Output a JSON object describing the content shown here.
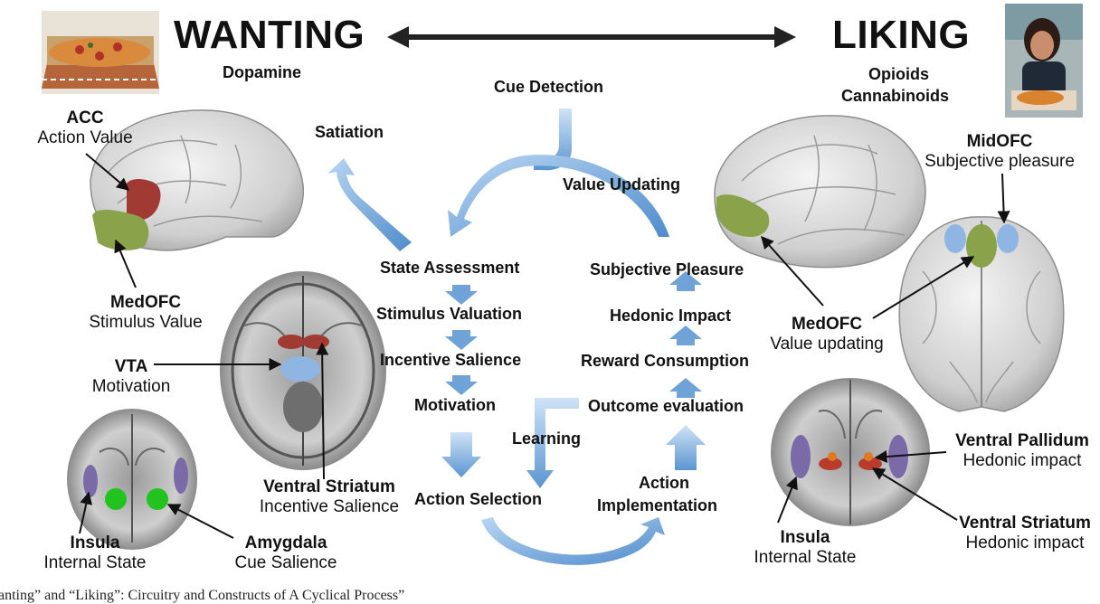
{
  "header": {
    "wanting": {
      "title": "WANTING",
      "sub": "Dopamine"
    },
    "liking": {
      "title": "LIKING",
      "sub1": "Opioids",
      "sub2": "Cannabinoids"
    }
  },
  "left_labels": {
    "acc": {
      "title": "ACC",
      "sub": "Action Value"
    },
    "medofc": {
      "title": "MedOFC",
      "sub": "Stimulus Value"
    },
    "vta": {
      "title": "VTA",
      "sub": "Motivation"
    },
    "ventral_striatum": {
      "title": "Ventral Striatum",
      "sub": "Incentive Salience"
    },
    "insula": {
      "title": "Insula",
      "sub": "Internal State"
    },
    "amygdala": {
      "title": "Amygdala",
      "sub": "Cue Salience"
    }
  },
  "right_labels": {
    "midofc": {
      "title": "MidOFC",
      "sub": "Subjective pleasure"
    },
    "medofc": {
      "title": "MedOFC",
      "sub": "Value updating"
    },
    "ventral_pallidum": {
      "title": "Ventral Pallidum",
      "sub": "Hedonic impact"
    },
    "ventral_striatum": {
      "title": "Ventral Striatum",
      "sub": "Hedonic impact"
    },
    "insula": {
      "title": "Insula",
      "sub": "Internal State"
    }
  },
  "cycle": {
    "cue_detection": "Cue Detection",
    "satiation": "Satiation",
    "value_updating": "Value Updating",
    "learning": "Learning",
    "left_steps": [
      "State Assessment",
      "Stimulus Valuation",
      "Incentive Salience",
      "Motivation",
      "Action Selection"
    ],
    "right_steps": [
      "Subjective Pleasure",
      "Hedonic Impact",
      "Reward Consumption",
      "Outcome evaluation"
    ],
    "action_impl_1": "Action",
    "action_impl_2": "Implementation"
  },
  "caption": "anting” and “Liking”: Circuitry and Constructs of A Cyclical Process”",
  "colors": {
    "arrow_blue": "#6fa3d8",
    "acc_red": "#a23a34",
    "medofc_green": "#8aa34a",
    "vta_blue": "#8fb6e3",
    "amygdala_green": "#22c21f",
    "insula_purple": "#7b6aa8",
    "pallidum_orange": "#e07a1f",
    "striatum_red": "#b83b2c"
  },
  "icons": [
    "pizza-photo",
    "woman-eating-photo",
    "brain-medial",
    "brain-axial",
    "brain-coronal",
    "brain-ventral"
  ]
}
